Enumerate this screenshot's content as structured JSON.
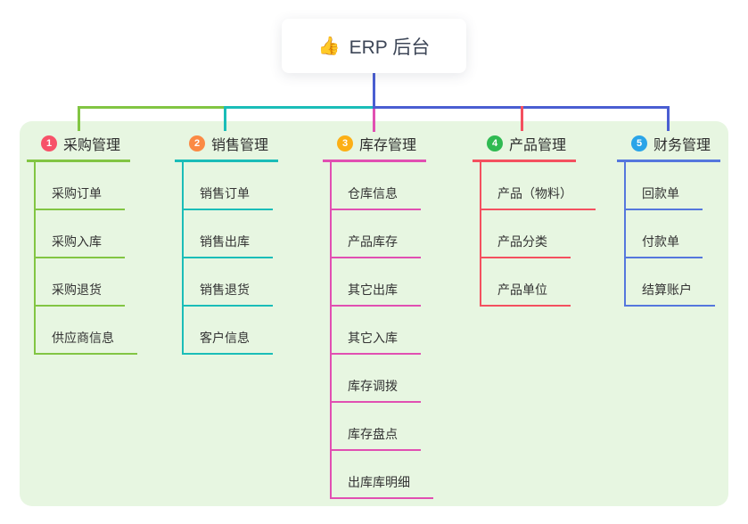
{
  "root": {
    "emoji": "👍",
    "label": "ERP 后台",
    "line_color": "#4a5ed2"
  },
  "canvas": {
    "panel_color": "#e7f6e1",
    "background_color": "#ffffff"
  },
  "branches": [
    {
      "number": "1",
      "title": "采购管理",
      "badge_color": "#f75269",
      "line_color": "#82c543",
      "children": [
        "采购订单",
        "采购入库",
        "采购退货",
        "供应商信息"
      ]
    },
    {
      "number": "2",
      "title": "销售管理",
      "badge_color": "#fb8a44",
      "line_color": "#1abdb8",
      "children": [
        "销售订单",
        "销售出库",
        "销售退货",
        "客户信息"
      ]
    },
    {
      "number": "3",
      "title": "库存管理",
      "badge_color": "#fcaf15",
      "line_color": "#e14fb2",
      "children": [
        "仓库信息",
        "产品库存",
        "其它出库",
        "其它入库",
        "库存调拨",
        "库存盘点",
        "出库库明细"
      ]
    },
    {
      "number": "4",
      "title": "产品管理",
      "badge_color": "#2fba52",
      "line_color": "#f4505f",
      "children": [
        "产品（物料）",
        "产品分类",
        "产品单位"
      ]
    },
    {
      "number": "5",
      "title": "财务管理",
      "badge_color": "#2aa4e8",
      "line_color": "#5577dd",
      "children": [
        "回款单",
        "付款单",
        "结算账户"
      ]
    }
  ]
}
